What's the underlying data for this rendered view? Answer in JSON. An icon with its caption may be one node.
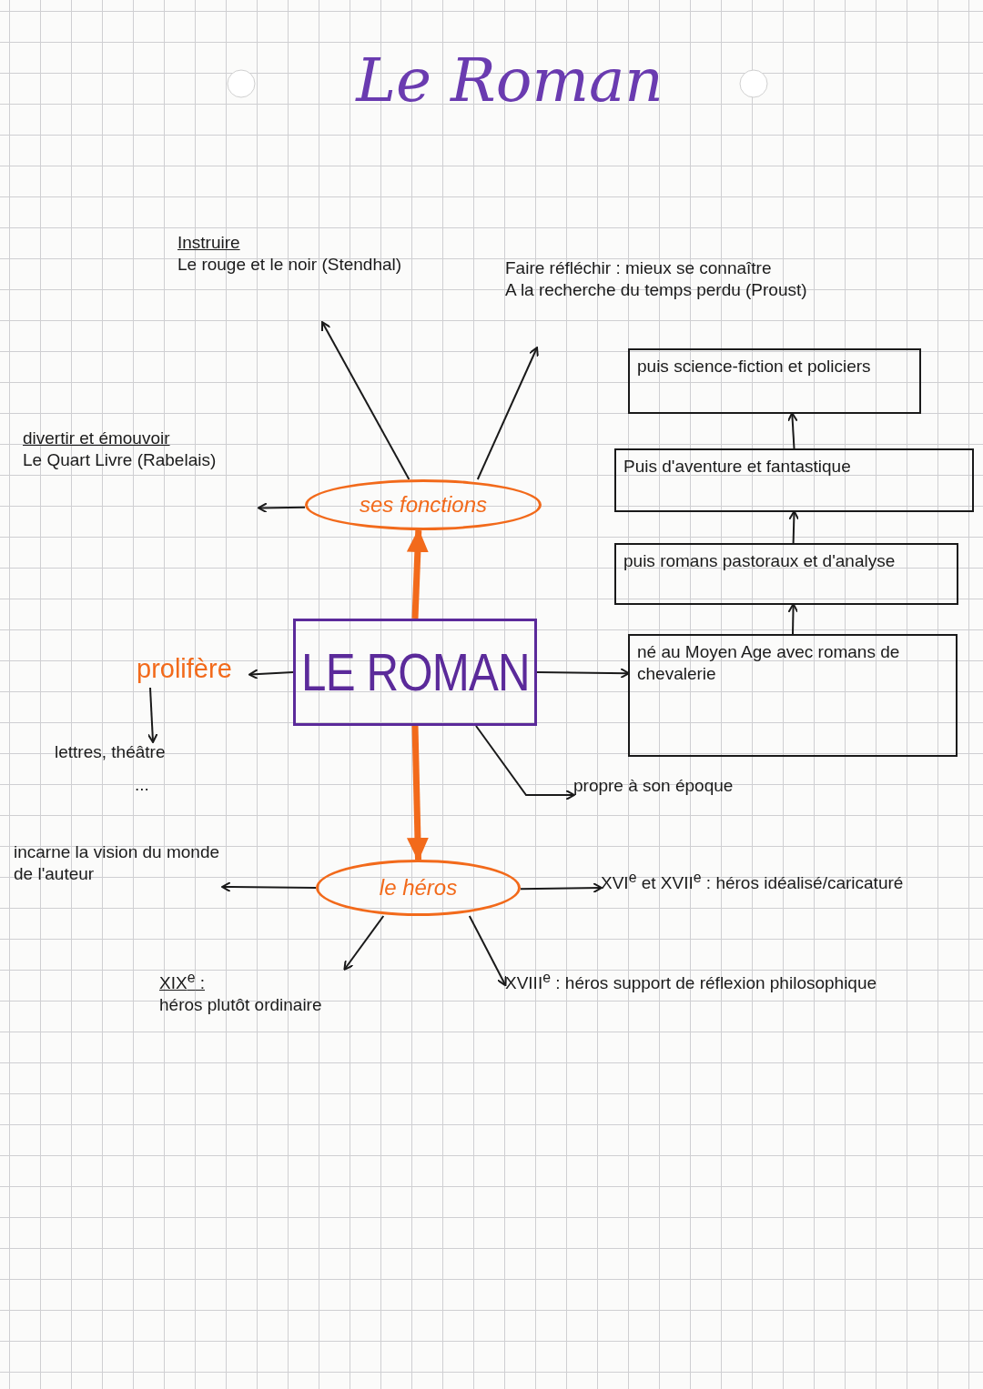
{
  "diagram": {
    "title": "Le Roman",
    "nodes": [
      {
        "text": [
          "LE ROMAN"
        ]
      },
      {
        "text": [
          "ses fonctions"
        ]
      },
      {
        "text": [
          "le héros"
        ]
      },
      {
        "text": [
          "Instruire",
          "Le rouge et le noir (Stendhal)"
        ]
      },
      {
        "text": [
          "Faire réfléchir : mieux se connaître",
          "A la recherche du temps perdu (Proust)"
        ]
      },
      {
        "text": [
          "divertir et émouvoir",
          "Le Quart Livre (Rabelais)"
        ]
      },
      {
        "text": [
          "prolifère"
        ]
      },
      {
        "text": [
          "lettres, théâtre"
        ]
      },
      {
        "text": [
          "né au Moyen Age avec romans de chevalerie"
        ]
      },
      {
        "text": [
          "puis romans pastoraux et d'analyse"
        ]
      },
      {
        "text": [
          "Puis d'aventure et fantastique"
        ]
      },
      {
        "text": [
          "puis science-fiction et policiers"
        ]
      },
      {
        "text": [
          "propre à son époque"
        ]
      },
      {
        "text": [
          "incarne la vision du monde de l'auteur"
        ]
      },
      {
        "text": [
          "XVI$^{e}$ et XVII$^{e}$ : héros idéalisé/caricaturé"
        ]
      },
      {
        "text": [
          "XIX$^{e}$ :",
          "héros plutôt ordinaire"
        ]
      },
      {
        "text": [
          "XVIII$^{e}$ : héros support de réflexion philosophique"
        ]
      }
    ],
    "edges": [
      {
        "from": 0,
        "to": 1,
        "arrow": "to",
        "style": "thick",
        "color": "#f26a1b"
      },
      {
        "from": 0,
        "to": 2,
        "arrow": "to",
        "style": "thick",
        "color": "#f26a1b"
      },
      {
        "from": 1,
        "to": 3,
        "arrow": "to"
      },
      {
        "from": 1,
        "to": 4,
        "arrow": "to"
      },
      {
        "from": 1,
        "to": 5,
        "arrow": "to"
      },
      {
        "from": 0,
        "to": 6,
        "arrow": "to"
      },
      {
        "from": 6,
        "to": 7,
        "arrow": "to"
      },
      {
        "from": 0,
        "to": 8,
        "arrow": "to"
      },
      {
        "from": 8,
        "to": 9,
        "arrow": "to"
      },
      {
        "from": 9,
        "to": 10,
        "arrow": "to"
      },
      {
        "from": 10,
        "to": 11,
        "arrow": "to"
      },
      {
        "from": 0,
        "to": 12,
        "arrow": "to"
      },
      {
        "from": 2,
        "to": 13,
        "arrow": "to"
      },
      {
        "from": 2,
        "to": 14,
        "arrow": "to"
      },
      {
        "from": 2,
        "to": 15,
        "arrow": "to"
      },
      {
        "from": 2,
        "to": 16,
        "arrow": "to"
      }
    ],
    "labels": [
      "..."
    ]
  }
}
